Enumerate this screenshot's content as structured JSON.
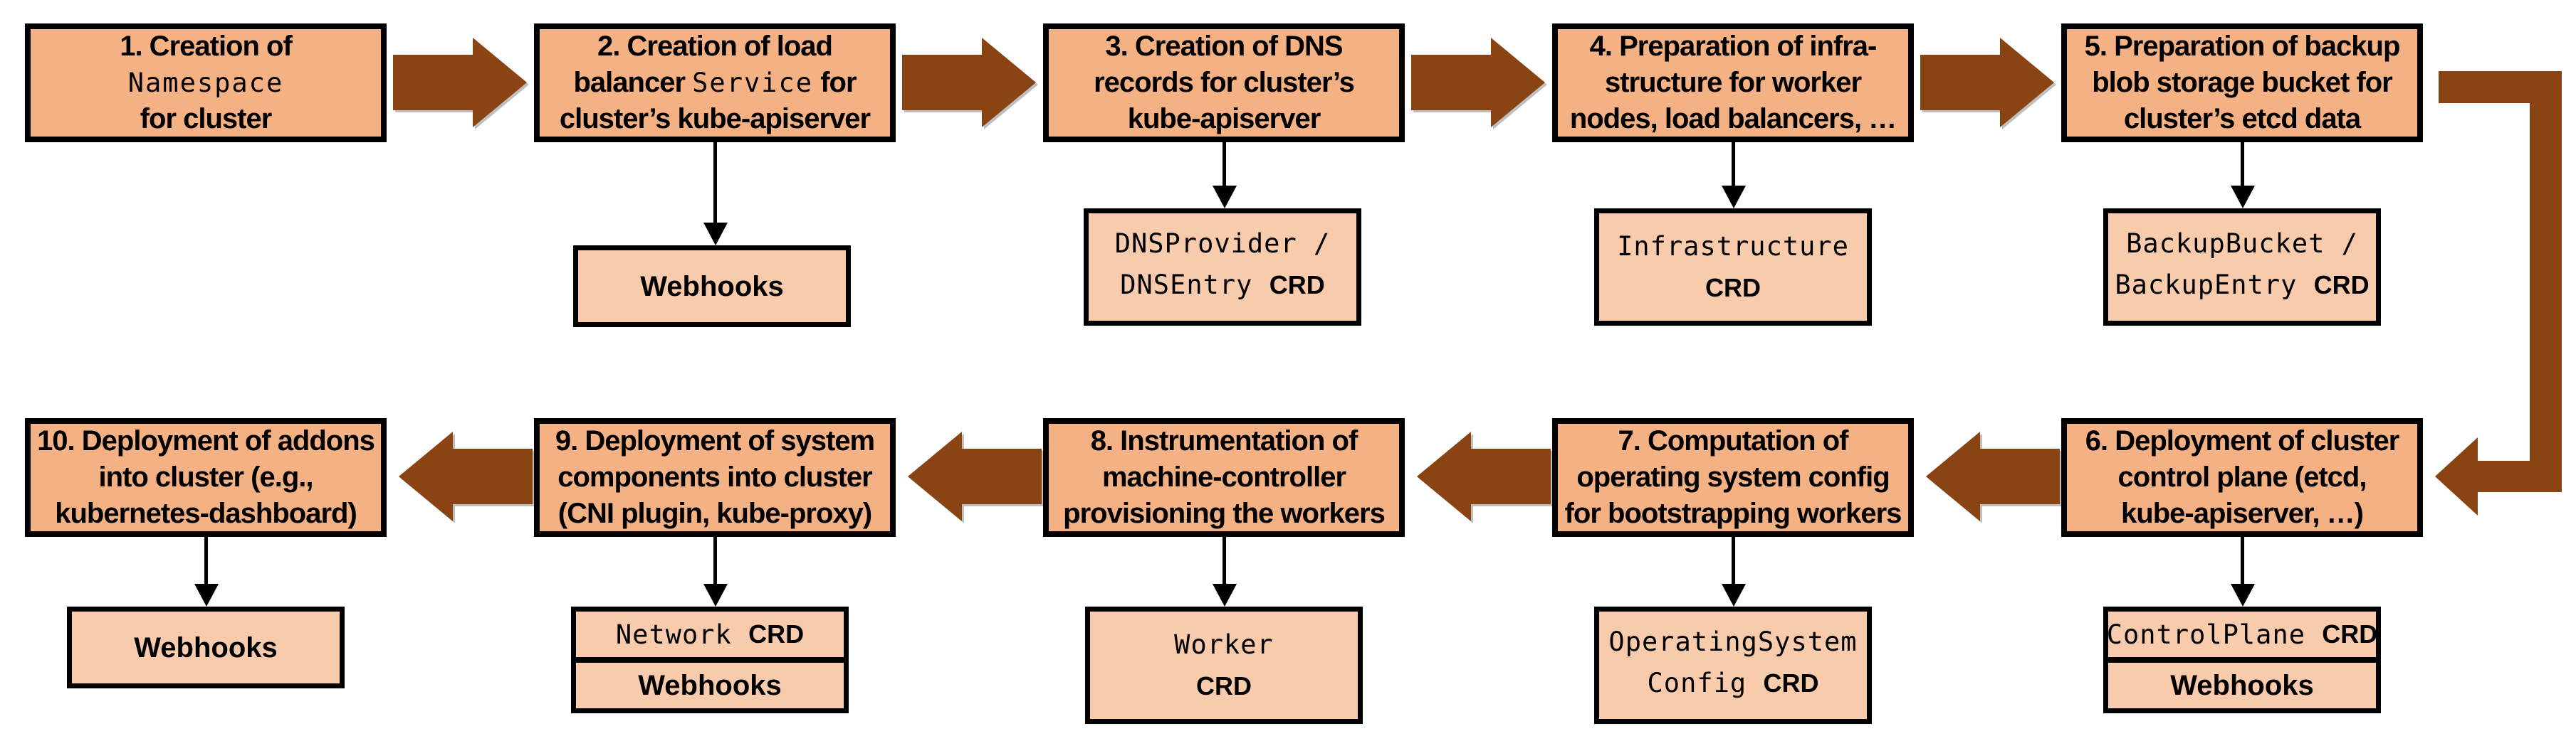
{
  "colors": {
    "box_fill": "#F4B183",
    "sub_fill": "#F8CBAD",
    "arrow": "#8A4313",
    "border": "#000000",
    "bg": "#FFFFFF"
  },
  "steps": [
    {
      "lines": [
        [
          {
            "t": "1. Creation of"
          }
        ],
        [
          {
            "t": "Namespace",
            "mono": true
          }
        ],
        [
          {
            "t": "for cluster"
          }
        ]
      ]
    },
    {
      "lines": [
        [
          {
            "t": "2. Creation of load"
          }
        ],
        [
          {
            "t": "balancer "
          },
          {
            "t": "Service",
            "mono": true
          },
          {
            "t": " for"
          }
        ],
        [
          {
            "t": "cluster’s kube-apiserver"
          }
        ]
      ],
      "sub": {
        "cells": [
          {
            "lines": [
              [
                {
                  "t": "Webhooks",
                  "bold": true
                }
              ]
            ]
          }
        ]
      }
    },
    {
      "lines": [
        [
          {
            "t": "3. Creation of DNS"
          }
        ],
        [
          {
            "t": "records for cluster’s"
          }
        ],
        [
          {
            "t": "kube-apiserver"
          }
        ]
      ],
      "sub": {
        "cells": [
          {
            "lines": [
              [
                {
                  "t": "DNSProvider /",
                  "mono": true
                }
              ],
              [
                {
                  "t": "DNSEntry ",
                  "mono": true
                },
                {
                  "t": "CRD",
                  "bold": true
                }
              ]
            ]
          }
        ]
      }
    },
    {
      "lines": [
        [
          {
            "t": "4. Preparation of infra-"
          }
        ],
        [
          {
            "t": "structure for worker"
          }
        ],
        [
          {
            "t": "nodes, load balancers, …"
          }
        ]
      ],
      "sub": {
        "cells": [
          {
            "lines": [
              [
                {
                  "t": "Infrastructure",
                  "mono": true
                }
              ],
              [
                {
                  "t": "CRD",
                  "bold": true
                }
              ]
            ]
          }
        ]
      }
    },
    {
      "lines": [
        [
          {
            "t": "5. Preparation of backup"
          }
        ],
        [
          {
            "t": "blob storage bucket for"
          }
        ],
        [
          {
            "t": "cluster’s etcd data"
          }
        ]
      ],
      "sub": {
        "cells": [
          {
            "lines": [
              [
                {
                  "t": "BackupBucket /",
                  "mono": true
                }
              ],
              [
                {
                  "t": "BackupEntry ",
                  "mono": true
                },
                {
                  "t": "CRD",
                  "bold": true
                }
              ]
            ]
          }
        ]
      }
    },
    {
      "lines": [
        [
          {
            "t": "6. Deployment of cluster"
          }
        ],
        [
          {
            "t": "control plane (etcd,"
          }
        ],
        [
          {
            "t": "kube-apiserver, …)"
          }
        ]
      ],
      "sub": {
        "cells": [
          {
            "lines": [
              [
                {
                  "t": "ControlPlane ",
                  "mono": true
                },
                {
                  "t": "CRD",
                  "bold": true
                }
              ]
            ]
          },
          {
            "lines": [
              [
                {
                  "t": "Webhooks",
                  "bold": true
                }
              ]
            ]
          }
        ]
      }
    },
    {
      "lines": [
        [
          {
            "t": "7. Computation of"
          }
        ],
        [
          {
            "t": "operating system config"
          }
        ],
        [
          {
            "t": "for bootstrapping workers"
          }
        ]
      ],
      "sub": {
        "cells": [
          {
            "lines": [
              [
                {
                  "t": "OperatingSystem",
                  "mono": true
                }
              ],
              [
                {
                  "t": "Config ",
                  "mono": true
                },
                {
                  "t": "CRD",
                  "bold": true
                }
              ]
            ]
          }
        ]
      }
    },
    {
      "lines": [
        [
          {
            "t": "8. Instrumentation of"
          }
        ],
        [
          {
            "t": "machine-controller"
          }
        ],
        [
          {
            "t": "provisioning the workers"
          }
        ]
      ],
      "sub": {
        "cells": [
          {
            "lines": [
              [
                {
                  "t": "Worker",
                  "mono": true
                }
              ],
              [
                {
                  "t": "CRD",
                  "bold": true
                }
              ]
            ]
          }
        ]
      }
    },
    {
      "lines": [
        [
          {
            "t": "9. Deployment of system"
          }
        ],
        [
          {
            "t": "components into cluster"
          }
        ],
        [
          {
            "t": "(CNI plugin, kube-proxy)"
          }
        ]
      ],
      "sub": {
        "cells": [
          {
            "lines": [
              [
                {
                  "t": "Network ",
                  "mono": true
                },
                {
                  "t": "CRD",
                  "bold": true
                }
              ]
            ]
          },
          {
            "lines": [
              [
                {
                  "t": "Webhooks",
                  "bold": true
                }
              ]
            ]
          }
        ]
      }
    },
    {
      "lines": [
        [
          {
            "t": "10. Deployment of addons"
          }
        ],
        [
          {
            "t": "into cluster (e.g.,"
          }
        ],
        [
          {
            "t": "kubernetes-dashboard)"
          }
        ]
      ],
      "sub": {
        "cells": [
          {
            "lines": [
              [
                {
                  "t": "Webhooks",
                  "bold": true
                }
              ]
            ]
          }
        ]
      }
    }
  ]
}
